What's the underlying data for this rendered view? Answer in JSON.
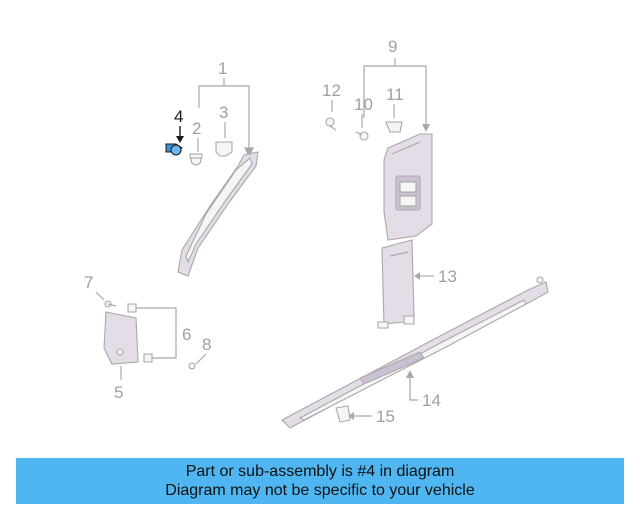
{
  "callouts": {
    "c1": "1",
    "c2": "2",
    "c3": "3",
    "c4": "4",
    "c5": "5",
    "c6": "6",
    "c7": "7",
    "c8": "8",
    "c9": "9",
    "c10": "10",
    "c11": "11",
    "c12": "12",
    "c13": "13",
    "c14": "14",
    "c15": "15"
  },
  "highlighted_callout": "4",
  "colors": {
    "banner": "#4fb6f2",
    "highlight_part": "#3a8fd6",
    "line_art": "#a8a8a8"
  },
  "banner": {
    "line1": "Part or sub-assembly is #4 in diagram",
    "line2": "Diagram may not be specific to your vehicle"
  }
}
